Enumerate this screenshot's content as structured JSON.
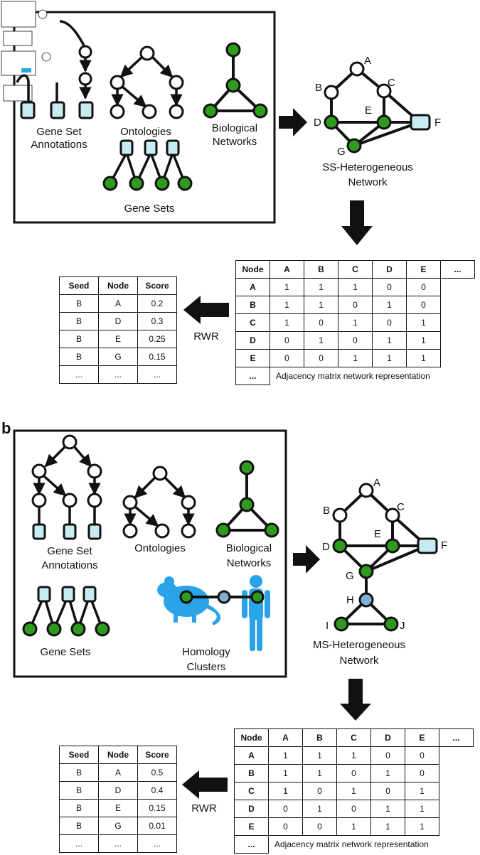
{
  "panel_a": {
    "labels": {
      "gene_set_annotations_1": "Gene Set",
      "gene_set_annotations_2": "Annotations",
      "ontologies": "Ontologies",
      "biological_networks_1": "Biological",
      "biological_networks_2": "Networks",
      "gene_sets": "Gene Sets",
      "network_title_1": "SS-Heterogeneous",
      "network_title_2": "Network",
      "rwr": "RWR",
      "adjacency_caption": "Adjacency matrix network representation"
    },
    "network_nodes": [
      "A",
      "B",
      "C",
      "D",
      "E",
      "F",
      "G"
    ],
    "adjacency": {
      "header": [
        "Node",
        "A",
        "B",
        "C",
        "D",
        "E",
        "..."
      ],
      "rows": [
        [
          "A",
          "1",
          "1",
          "1",
          "0",
          "0"
        ],
        [
          "B",
          "1",
          "1",
          "0",
          "1",
          "0"
        ],
        [
          "C",
          "1",
          "0",
          "1",
          "0",
          "1"
        ],
        [
          "D",
          "0",
          "1",
          "0",
          "1",
          "1"
        ],
        [
          "E",
          "0",
          "0",
          "1",
          "1",
          "1"
        ],
        [
          "..."
        ]
      ]
    },
    "scores": {
      "header": [
        "Seed",
        "Node",
        "Score"
      ],
      "rows": [
        [
          "B",
          "A",
          "0.2"
        ],
        [
          "B",
          "D",
          "0.3"
        ],
        [
          "B",
          "E",
          "0.25"
        ],
        [
          "B",
          "G",
          "0.15"
        ],
        [
          "...",
          "...",
          "..."
        ]
      ]
    }
  },
  "panel_b": {
    "panel_letter": "b",
    "labels": {
      "gene_set_annotations_1": "Gene Set",
      "gene_set_annotations_2": "Annotations",
      "ontologies": "Ontologies",
      "biological_networks_1": "Biological",
      "biological_networks_2": "Networks",
      "gene_sets": "Gene Sets",
      "homology_1": "Homology",
      "homology_2": "Clusters",
      "network_title_1": "MS-Heterogeneous",
      "network_title_2": "Network",
      "rwr": "RWR",
      "adjacency_caption": "Adjacency matrix network representation"
    },
    "network_nodes": [
      "A",
      "B",
      "C",
      "D",
      "E",
      "F",
      "G",
      "H",
      "I",
      "J"
    ],
    "adjacency": {
      "header": [
        "Node",
        "A",
        "B",
        "C",
        "D",
        "E",
        "..."
      ],
      "rows": [
        [
          "A",
          "1",
          "1",
          "1",
          "0",
          "0"
        ],
        [
          "B",
          "1",
          "1",
          "0",
          "1",
          "0"
        ],
        [
          "C",
          "1",
          "0",
          "1",
          "0",
          "1"
        ],
        [
          "D",
          "0",
          "1",
          "0",
          "1",
          "1"
        ],
        [
          "E",
          "0",
          "0",
          "1",
          "1",
          "1"
        ],
        [
          "..."
        ]
      ]
    },
    "scores": {
      "header": [
        "Seed",
        "Node",
        "Score"
      ],
      "rows": [
        [
          "B",
          "A",
          "0.5"
        ],
        [
          "B",
          "D",
          "0.4"
        ],
        [
          "B",
          "E",
          "0.15"
        ],
        [
          "B",
          "G",
          "0.01"
        ],
        [
          "...",
          "...",
          "..."
        ]
      ]
    }
  },
  "colors": {
    "gene_node": "#2e9a1e",
    "term_node": "#ffffff",
    "gene_set_node": "#c6ecf2",
    "homology_node": "#7fb0d8",
    "organism_silhouette": "#2aa3e8"
  }
}
